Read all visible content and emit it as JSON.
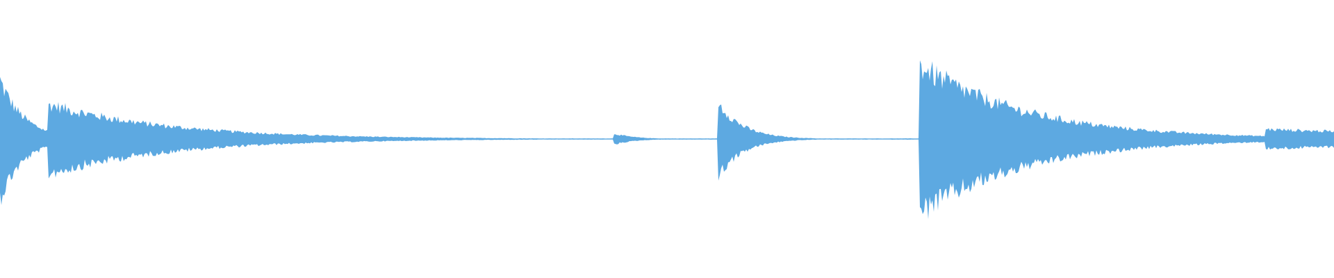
{
  "waveform": {
    "color": "#5DA9E1",
    "background": "#FFFFFF",
    "transients": [
      {
        "start": 0.0,
        "amp": 0.42,
        "decay": 0.018
      },
      {
        "start": 0.036,
        "amp": 0.25,
        "decay": 0.09
      },
      {
        "start": 0.46,
        "amp": 0.04,
        "decay": 0.015
      },
      {
        "start": 0.538,
        "amp": 0.27,
        "decay": 0.018
      },
      {
        "start": 0.689,
        "amp": 0.53,
        "decay": 0.08
      },
      {
        "start": 0.948,
        "amp": 0.07,
        "decay": 0.2
      }
    ]
  }
}
